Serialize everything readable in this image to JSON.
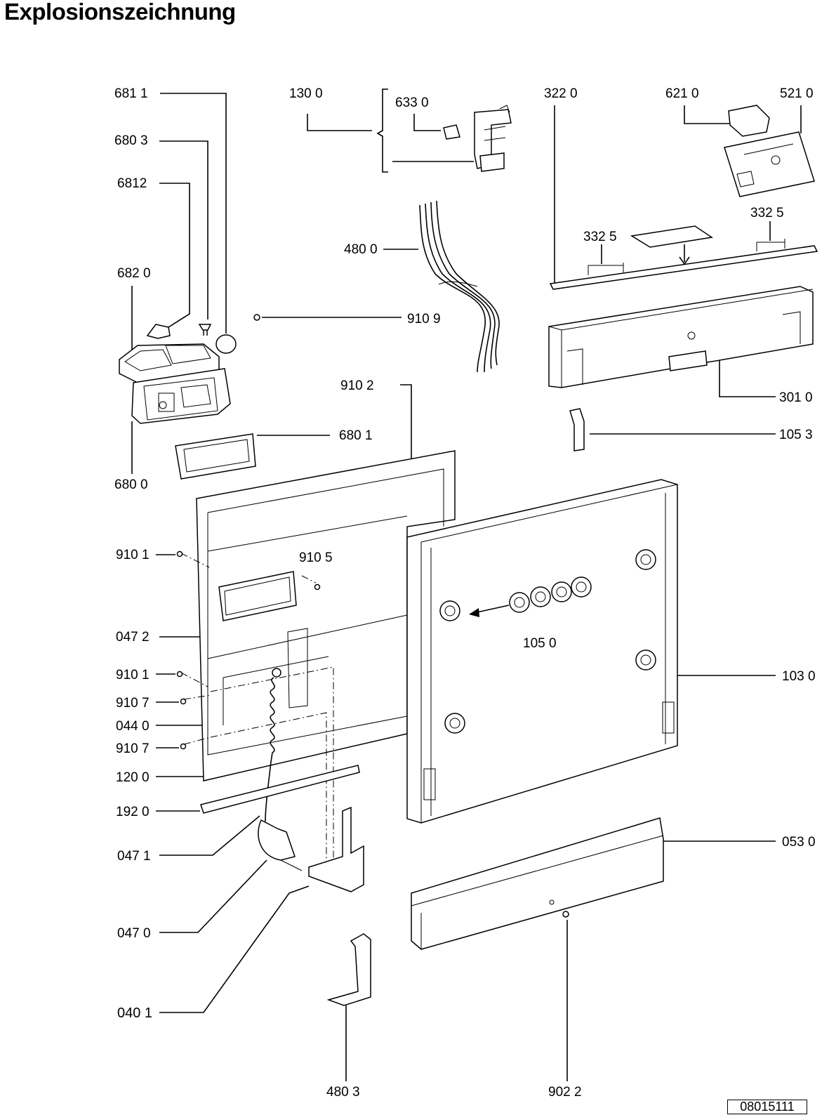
{
  "title": "Explosionszeichnung",
  "document_number": "08015111",
  "part_labels": {
    "p6811": "681 1",
    "p6803": "680 3",
    "p6812": "6812",
    "p6820": "682 0",
    "p6800": "680 0",
    "p6801": "680 1",
    "p1300": "130 0",
    "p6330": "633 0",
    "p4800": "480 0",
    "p9109": "910 9",
    "p9102": "910 2",
    "p3220": "322  0",
    "p6210": "621 0",
    "p5210": "521 0",
    "p3325a": "332  5",
    "p3325b": "332  5",
    "p3010": "301 0",
    "p1053": "105 3",
    "p9101a": "910 1",
    "p9105": "910 5",
    "p0472": "047 2",
    "p9101b": "910 1",
    "p9107a": "910 7",
    "p0440": "044 0",
    "p9107b": "910 7",
    "p1200": "120 0",
    "p1920": "192 0",
    "p0471": "047 1",
    "p0470": "047 0",
    "p0401": "040 1",
    "p4803": "480 3",
    "p9022": "902 2",
    "p1050": "105 0",
    "p1030": "103 0",
    "p0530": "053 0"
  }
}
